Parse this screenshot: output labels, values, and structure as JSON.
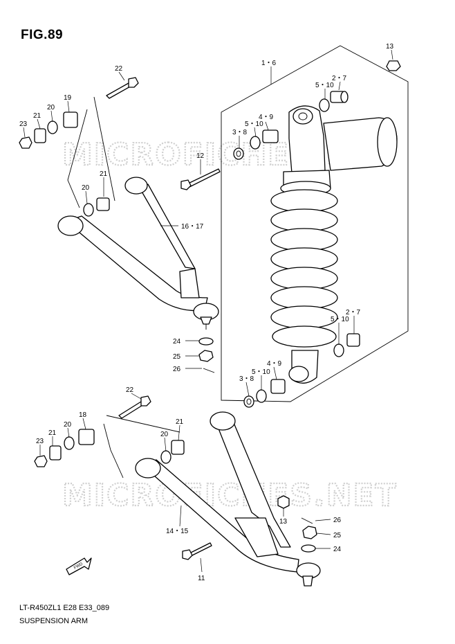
{
  "figure": {
    "title": "FIG.89",
    "code": "LT-R450ZL1 E28 E33_089",
    "name": "SUSPENSION ARM",
    "watermark": "MICROFICHES.NET",
    "fwd_label": "FWD"
  },
  "callouts": {
    "c22_top": "22",
    "c19": "19",
    "c20_top_left": "20",
    "c21_top_left": "21",
    "c23_top": "23",
    "c21_top_right": "21",
    "c20_top_right": "20",
    "c12": "12",
    "c16_17": "16・17",
    "c24_top": "24",
    "c25_top": "25",
    "c26_top": "26",
    "c1_6": "1・6",
    "c13_top": "13",
    "c2_7_top": "2・7",
    "c5_10_top_a": "5・10",
    "c4_9_top": "4・9",
    "c5_10_top_b": "5・10",
    "c3_8_top": "3・8",
    "c2_7_bottom": "2・7",
    "c5_10_bottom_a": "5・10",
    "c4_9_bottom": "4・9",
    "c5_10_bottom_b": "5・10",
    "c3_8_bottom": "3・8",
    "c22_bottom": "22",
    "c18": "18",
    "c20_bottom_left": "20",
    "c21_bottom_left": "21",
    "c23_bottom": "23",
    "c21_bottom_right": "21",
    "c20_bottom_right": "20",
    "c14_15": "14・15",
    "c13_bottom": "13",
    "c26_bottom": "26",
    "c25_bottom": "25",
    "c24_bottom": "24",
    "c11": "11"
  }
}
